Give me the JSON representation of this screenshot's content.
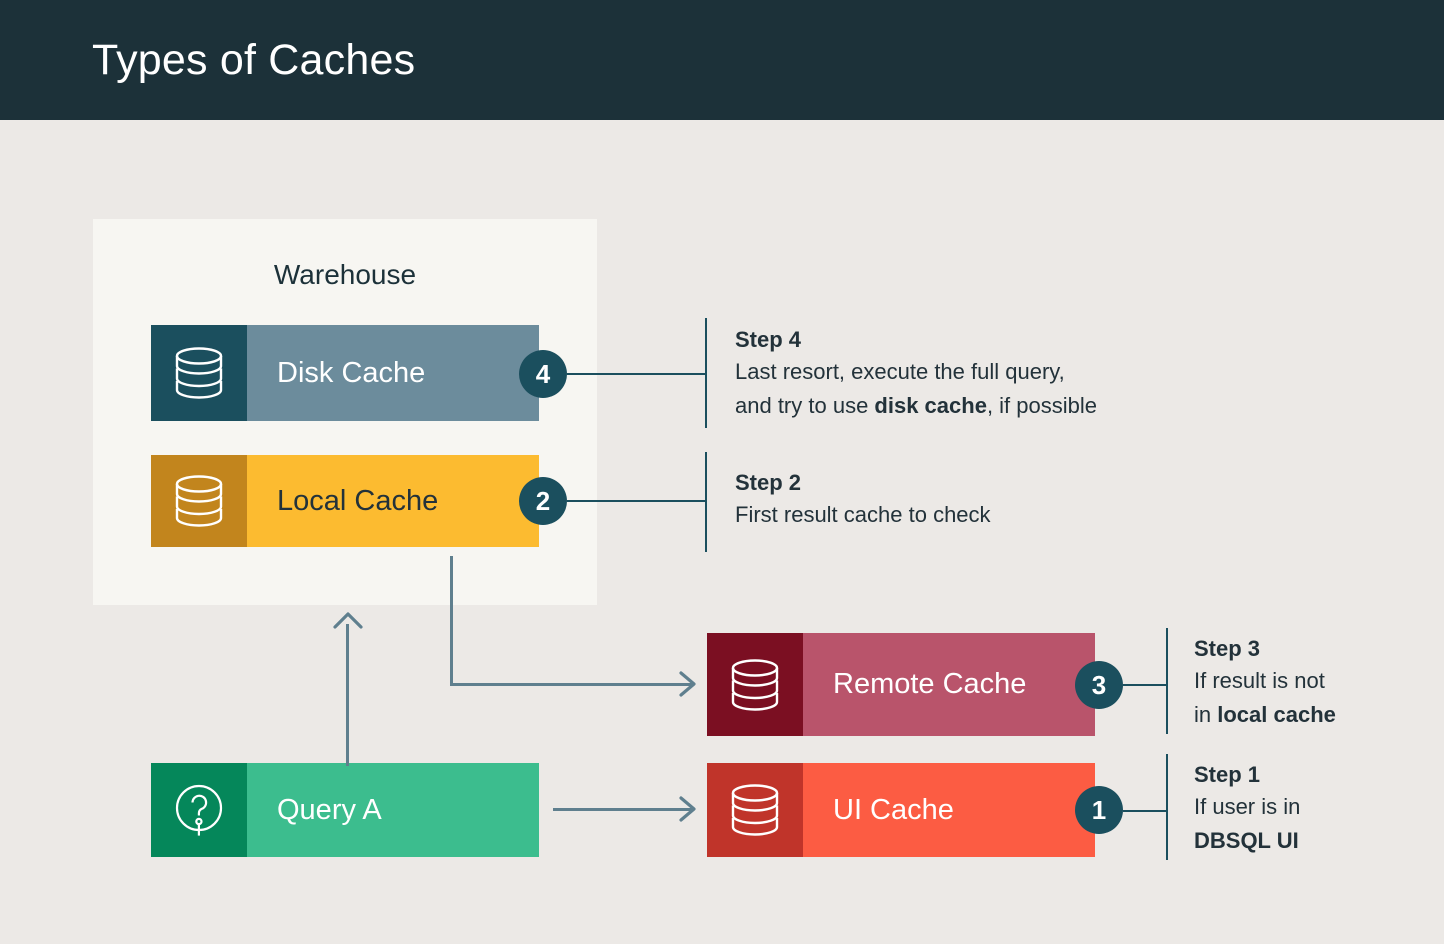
{
  "header": {
    "title": "Types of Caches",
    "background": "#1c3139",
    "text_color": "#ffffff"
  },
  "canvas": {
    "background": "#ece9e6",
    "connector_color": "#1b4f5e",
    "arrow_color": "#5f7f8e"
  },
  "warehouse": {
    "label": "Warehouse",
    "background": "#f7f6f2"
  },
  "nodes": [
    {
      "id": "disk-cache",
      "label": "Disk Cache",
      "icon": "database-icon",
      "icon_bg": "#1b4f5e",
      "body_bg": "#6c8c9c",
      "text_color": "#ffffff",
      "badge": "4"
    },
    {
      "id": "local-cache",
      "label": "Local Cache",
      "icon": "database-icon",
      "icon_bg": "#c2851d",
      "body_bg": "#fcbb30",
      "text_color": "#23323a",
      "badge": "2"
    },
    {
      "id": "remote-cache",
      "label": "Remote Cache",
      "icon": "database-icon",
      "icon_bg": "#7b0f22",
      "body_bg": "#b9546b",
      "text_color": "#ffffff",
      "badge": "3"
    },
    {
      "id": "ui-cache",
      "label": "UI Cache",
      "icon": "database-icon",
      "icon_bg": "#c0342a",
      "body_bg": "#fc5c43",
      "text_color": "#ffffff",
      "badge": "1"
    },
    {
      "id": "query-a",
      "label": "Query A",
      "icon": "question-circle-icon",
      "icon_bg": "#05875a",
      "body_bg": "#3cbd8e",
      "text_color": "#ffffff",
      "badge": null
    }
  ],
  "steps": [
    {
      "id": "step-4",
      "title": "Step 4",
      "line1_prefix": "Last resort, execute the full query,",
      "line2_prefix": "and try to use ",
      "line2_bold": "disk cache",
      "line2_suffix": ", if possible"
    },
    {
      "id": "step-2",
      "title": "Step 2",
      "line1_prefix": "First result cache to check",
      "line2_prefix": "",
      "line2_bold": "",
      "line2_suffix": ""
    },
    {
      "id": "step-3",
      "title": "Step 3",
      "line1_prefix": "If result is not",
      "line2_prefix": "in ",
      "line2_bold": "local cache",
      "line2_suffix": ""
    },
    {
      "id": "step-1",
      "title": "Step 1",
      "line1_prefix": "If user is in",
      "line2_prefix": "",
      "line2_bold": "DBSQL UI",
      "line2_suffix": ""
    }
  ],
  "flow": {
    "query_to_ui_cache": "arrow",
    "query_to_warehouse": "arrow-up",
    "local_cache_to_remote_cache": "elbow-arrow"
  }
}
